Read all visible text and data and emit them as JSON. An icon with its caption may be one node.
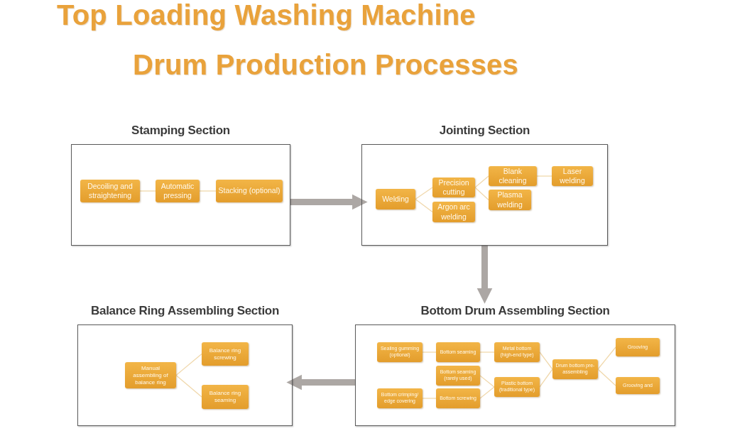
{
  "diagram": {
    "title": "Top Loading Washing Machine Drum Production Processes",
    "nodes": [
      {
        "text": [
          "Stamping Section"
        ]
      },
      {
        "text": [
          "Decoiling and straightening"
        ],
        "in": 0
      },
      {
        "text": [
          "Automatic pressing"
        ],
        "in": 0
      },
      {
        "text": [
          "Stacking (optional)"
        ],
        "in": 0
      },
      {
        "text": [
          "Jointing Section"
        ]
      },
      {
        "text": [
          "Welding"
        ],
        "in": 4
      },
      {
        "text": [
          "Precision cutting"
        ],
        "in": 4
      },
      {
        "text": [
          "Argon arc welding"
        ],
        "in": 4
      },
      {
        "text": [
          "Blank cleaning"
        ],
        "in": 4
      },
      {
        "text": [
          "Plasma welding"
        ],
        "in": 4
      },
      {
        "text": [
          "Laser welding"
        ],
        "in": 4
      },
      {
        "text": [
          "Balance Ring Assembling Section"
        ]
      },
      {
        "text": [
          "Manual assembling of balance ring"
        ],
        "in": 11
      },
      {
        "text": [
          "Balance ring screwing"
        ],
        "in": 11
      },
      {
        "text": [
          "Balance ring seaming"
        ],
        "in": 11
      },
      {
        "text": [
          "Bottom Drum Assembling Section"
        ]
      },
      {
        "text": [
          "Sealing gumming (optional)"
        ],
        "in": 15
      },
      {
        "text": [
          "Bottom seaming"
        ],
        "in": 15
      },
      {
        "text": [
          "Metal bottom (high-end type)"
        ],
        "in": 15
      },
      {
        "text": [
          "Bottom seaming (rarely used)"
        ],
        "in": 15
      },
      {
        "text": [
          "Bottom crimping/ edge covering"
        ],
        "in": 15
      },
      {
        "text": [
          "Bottom screwing"
        ],
        "in": 15
      },
      {
        "text": [
          "Plastic bottom (traditional type)"
        ],
        "in": 15
      },
      {
        "text": [
          "Drum bottom pre-assembling"
        ],
        "in": 15
      },
      {
        "text": [
          "Grooving"
        ],
        "in": 15
      },
      {
        "text": [
          "Grooving and"
        ],
        "in": 15
      }
    ],
    "edges": [
      {
        "from": 1,
        "to": 2,
        "arrow": "none"
      },
      {
        "from": 2,
        "to": 3,
        "arrow": "none"
      },
      {
        "from": 5,
        "to": 6,
        "arrow": "none"
      },
      {
        "from": 5,
        "to": 7,
        "arrow": "none"
      },
      {
        "from": 6,
        "to": 8,
        "arrow": "none"
      },
      {
        "from": 6,
        "to": 9,
        "arrow": "none"
      },
      {
        "from": 8,
        "to": 10,
        "arrow": "none"
      },
      {
        "from": 12,
        "to": 13,
        "arrow": "none"
      },
      {
        "from": 12,
        "to": 14,
        "arrow": "none"
      },
      {
        "from": 16,
        "to": 17,
        "arrow": "none"
      },
      {
        "from": 17,
        "to": 18,
        "arrow": "none"
      },
      {
        "from": 19,
        "to": 22,
        "arrow": "none"
      },
      {
        "from": 20,
        "to": 21,
        "arrow": "none"
      },
      {
        "from": 21,
        "to": 22,
        "arrow": "none"
      },
      {
        "from": 18,
        "to": 23,
        "arrow": "none"
      },
      {
        "from": 22,
        "to": 23,
        "arrow": "none"
      },
      {
        "from": 23,
        "to": 24,
        "arrow": "none"
      },
      {
        "from": 23,
        "to": 25,
        "arrow": "none"
      },
      {
        "from": 0,
        "to": 4,
        "arrow": "to",
        "style": "thick",
        "color": "#aca7a4"
      },
      {
        "from": 4,
        "to": 15,
        "arrow": "to",
        "style": "thick",
        "color": "#aca7a4"
      },
      {
        "from": 15,
        "to": 11,
        "arrow": "to",
        "style": "thick",
        "color": "#aca7a4"
      }
    ]
  }
}
